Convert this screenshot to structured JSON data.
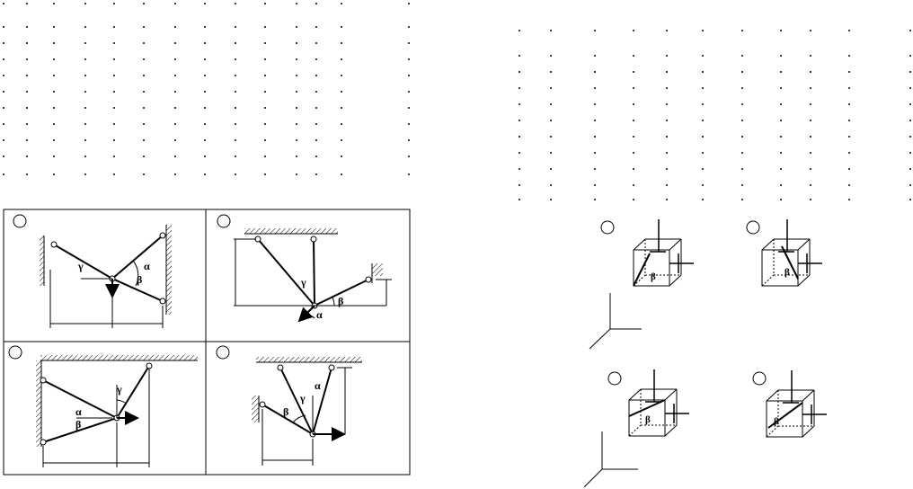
{
  "colors": {
    "ink": "#000000",
    "paper": "#ffffff"
  },
  "truss_panels": [
    {
      "id": "panel-1",
      "labels": {
        "alpha": "α",
        "beta": "β",
        "gamma": "γ"
      }
    },
    {
      "id": "panel-2",
      "labels": {
        "alpha": "α",
        "beta": "β",
        "gamma": "γ"
      }
    },
    {
      "id": "panel-3",
      "labels": {
        "alpha": "α",
        "beta": "β",
        "gamma": "γ"
      }
    },
    {
      "id": "panel-4",
      "labels": {
        "alpha": "α",
        "beta": "β",
        "gamma": "γ"
      }
    }
  ],
  "cube_figures": [
    {
      "id": "cube-1",
      "labels": {
        "beta": "β"
      }
    },
    {
      "id": "cube-2",
      "labels": {
        "beta": "β"
      }
    },
    {
      "id": "cube-3",
      "labels": {
        "beta": "β"
      }
    },
    {
      "id": "cube-4",
      "labels": {
        "beta": "β"
      }
    }
  ]
}
